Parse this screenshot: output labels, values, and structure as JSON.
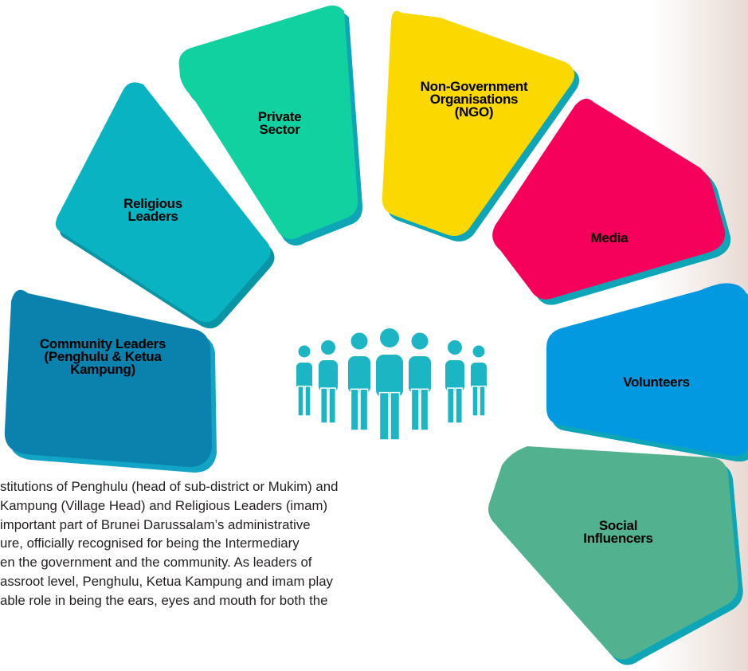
{
  "diagram": {
    "center_icon": "group-of-people-icon",
    "segments": [
      {
        "id": "community-leaders",
        "lines": [
          "Community Leaders",
          "(Penghulu & Ketua",
          "Kampung)"
        ],
        "color": "#0a82ad",
        "shadow": "#11a4c4"
      },
      {
        "id": "religious-leaders",
        "lines": [
          "Religious",
          "Leaders"
        ],
        "color": "#0ab3c2",
        "shadow": "#0995a6"
      },
      {
        "id": "private-sector",
        "lines": [
          "Private",
          "Sector"
        ],
        "color": "#12d1a0",
        "shadow": "#0ea6b6"
      },
      {
        "id": "ngo",
        "lines": [
          "Non-Government",
          "Organisations",
          "(NGO)"
        ],
        "color": "#fad800",
        "shadow": "#0ea6b6"
      },
      {
        "id": "media",
        "lines": [
          "Media"
        ],
        "color": "#f5005a",
        "shadow": "#0ea6b6"
      },
      {
        "id": "volunteers",
        "lines": [
          "Volunteers"
        ],
        "color": "#0399e1",
        "shadow": "#0ea6b6"
      },
      {
        "id": "social-influencers",
        "lines": [
          "Social",
          "Influencers"
        ],
        "color": "#52b28f",
        "shadow": "#0ea6b6"
      }
    ],
    "icon_color": "#1bb5c3"
  },
  "paragraph": {
    "lines": [
      "stitutions of Penghulu (head of sub-district or Mukim) and",
      " Kampung (Village Head) and Religious Leaders (imam)",
      " important part of Brunei Darussalam’s administrative",
      "ure, officially recognised for being the Intermediary",
      "en the government and the community. As leaders of",
      "assroot level, Penghulu, Ketua Kampung and imam play",
      "able role in being the ears, eyes and mouth for both the"
    ]
  }
}
